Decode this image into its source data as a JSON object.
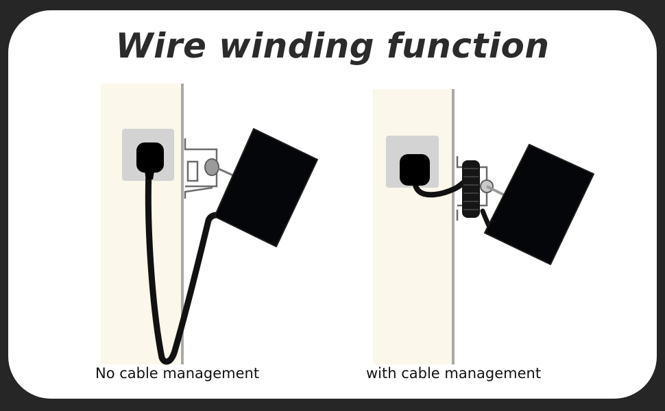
{
  "title": "Wire winding function",
  "panels": [
    {
      "caption": "No cable management"
    },
    {
      "caption": "with cable management"
    }
  ],
  "colors": {
    "background": "#262626",
    "card": "#ffffff",
    "wall": "#fbf7ea",
    "outlet_plate": "#d3d3d3",
    "device": "#05060a",
    "cable": "#111111",
    "bracket": "#6f6f6f"
  },
  "icons": [
    "power-plug-icon",
    "camera-device-icon",
    "cable-spool-icon"
  ]
}
